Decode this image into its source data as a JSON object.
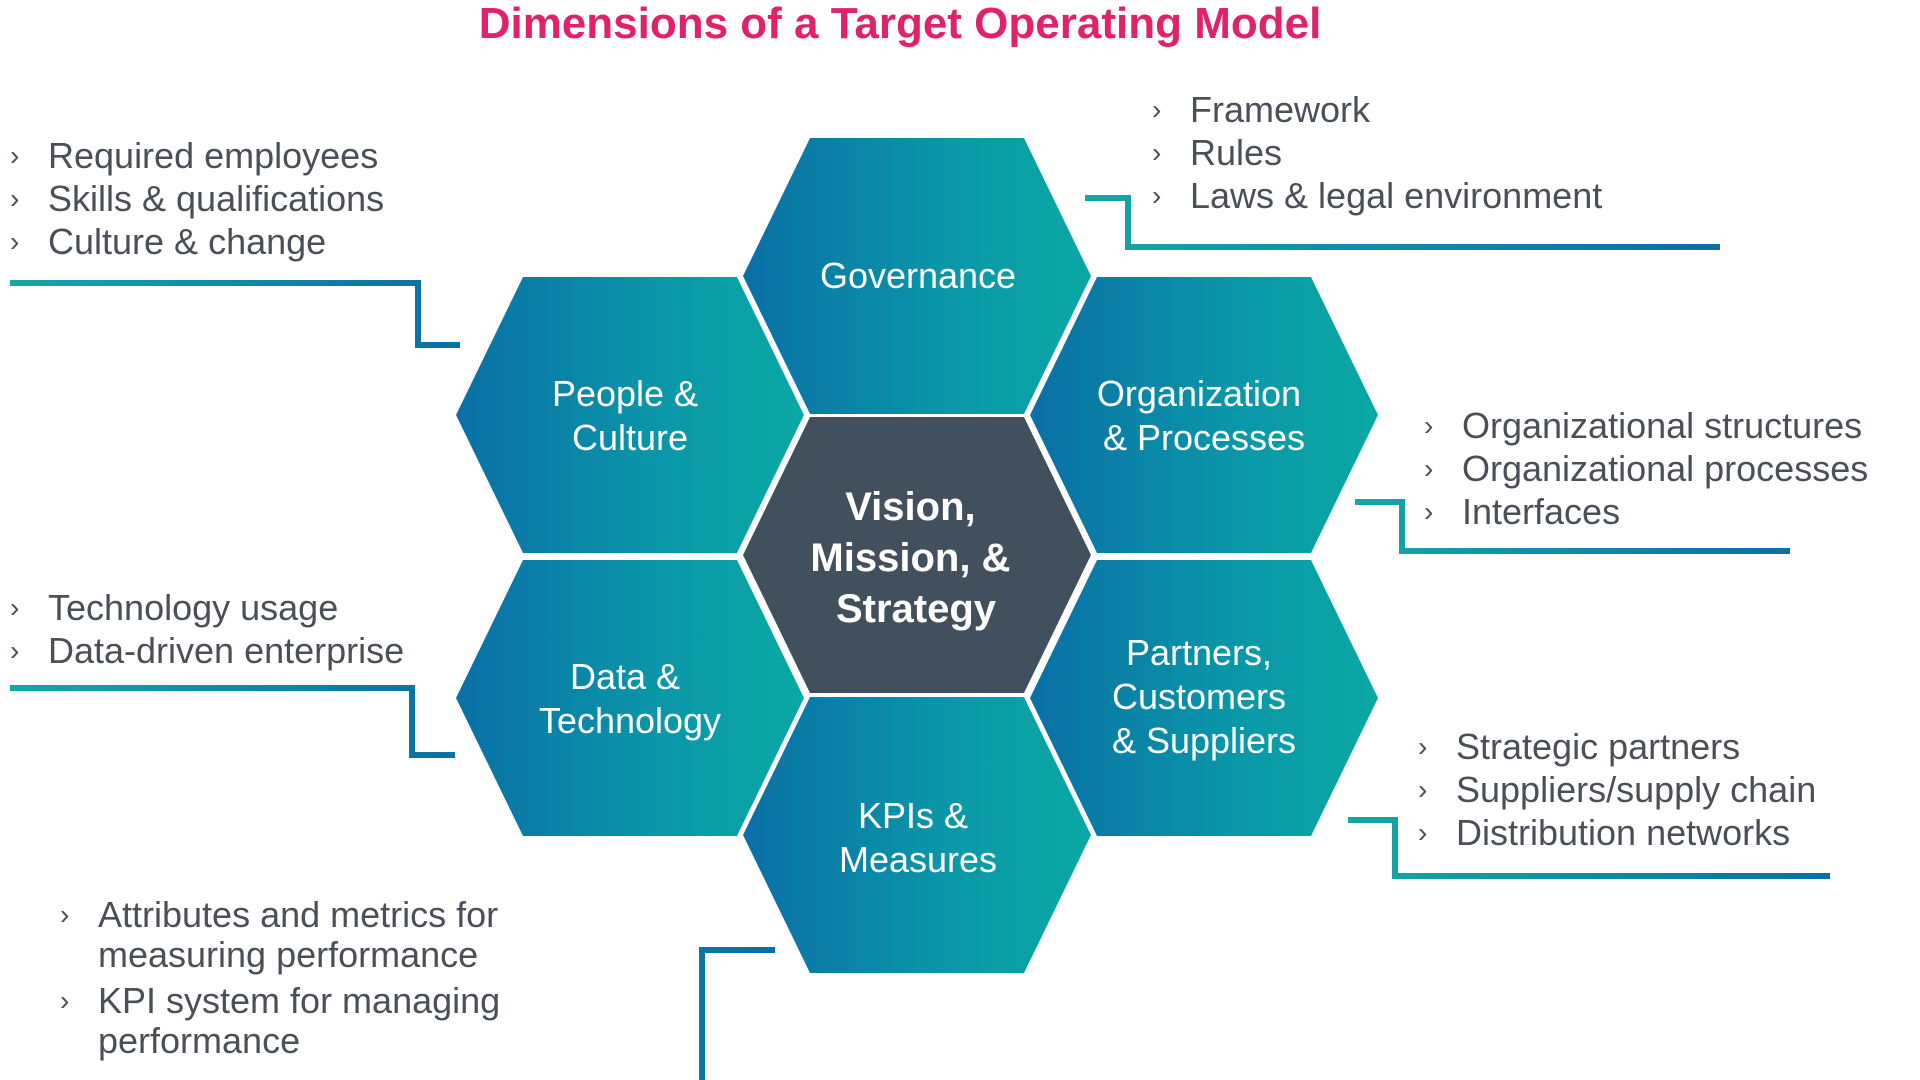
{
  "title": "Dimensions of a Target Operating Model",
  "colors": {
    "title": "#e0226b",
    "text": "#4a4f58",
    "hex_dark": "#0a6fa6",
    "hex_light": "#0aa8a3",
    "center_hex": "#42505e",
    "connector_dark": "#0a6fa6",
    "connector_light": "#14a7a6"
  },
  "bullet_marker": "›",
  "hexagons": {
    "center": {
      "lines": [
        "Vision,",
        "Mission, &",
        "Strategy"
      ]
    },
    "governance": {
      "lines": [
        "Governance"
      ]
    },
    "people_culture": {
      "lines": [
        "People &",
        "Culture"
      ]
    },
    "organization_processes": {
      "lines": [
        "Organization",
        "& Processes"
      ]
    },
    "data_technology": {
      "lines": [
        "Data &",
        "Technology"
      ]
    },
    "partners": {
      "lines": [
        "Partners,",
        "Customers",
        "& Suppliers"
      ]
    },
    "kpis": {
      "lines": [
        "KPIs &",
        "Measures"
      ]
    }
  },
  "lists": {
    "governance": [
      "Framework",
      "Rules",
      "Laws & legal environment"
    ],
    "people_culture": [
      "Required employees",
      "Skills & qualifications",
      "Culture & change"
    ],
    "organization_processes": [
      "Organizational structures",
      "Organizational processes",
      "Interfaces"
    ],
    "data_technology": [
      "Technology usage",
      "Data-driven enterprise"
    ],
    "partners": [
      "Strategic partners",
      "Suppliers/supply chain",
      "Distribution networks"
    ],
    "kpis": [
      [
        "Attributes and metrics for",
        "measuring performance"
      ],
      [
        "KPI system for managing",
        "performance"
      ]
    ]
  }
}
